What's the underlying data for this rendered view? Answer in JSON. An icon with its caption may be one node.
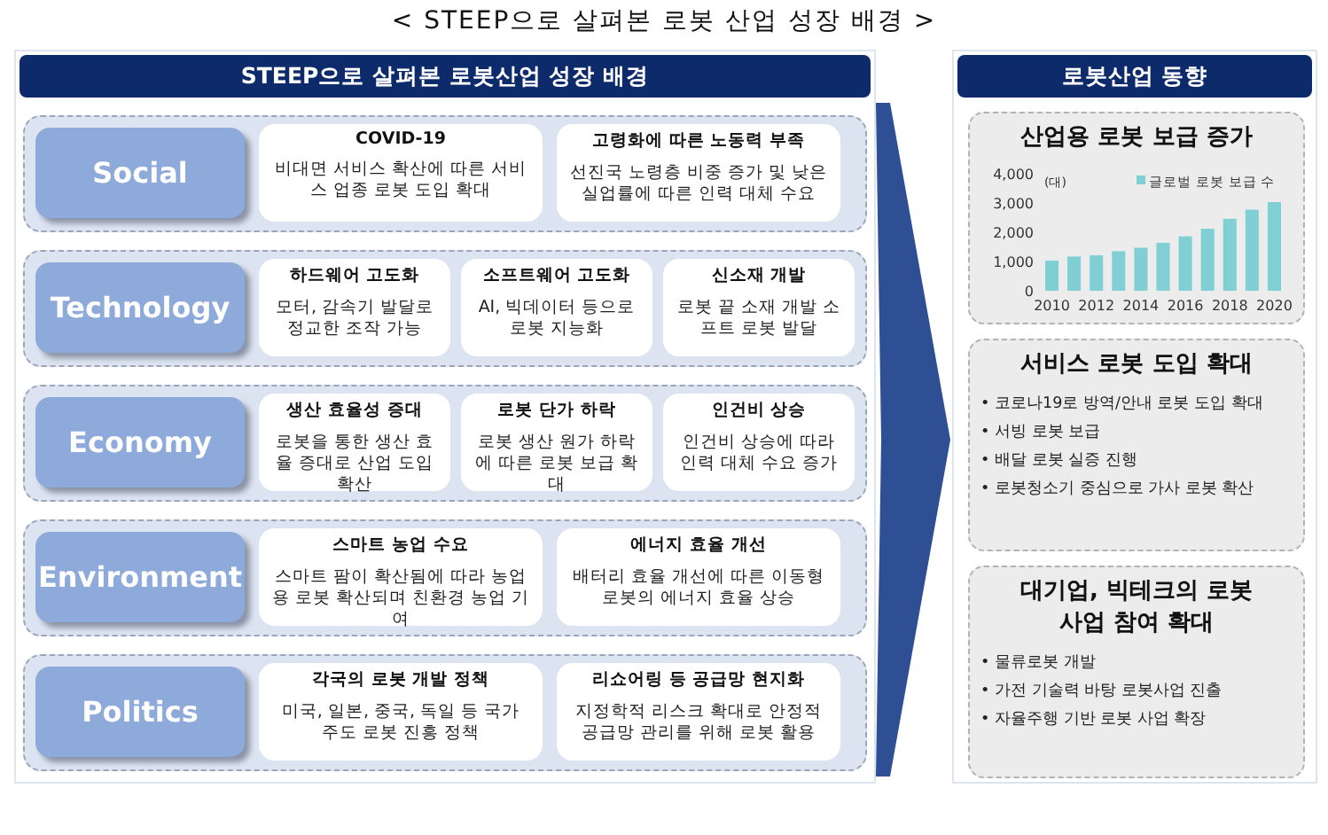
{
  "diagram": {
    "title": "< STEEP으로 살펴본 로봇 산업 성장 배경 >",
    "nodes": [
      {
        "text": [
          "STEEP으로 살펴본 로봇산업 성장 배경"
        ]
      },
      {
        "text": [],
        "shape": "band",
        "in": 0
      },
      {
        "text": [
          "Social"
        ],
        "in": 1
      },
      {
        "text": [
          "COVID-19",
          "비대면 서비스 확산에 따른 서비스 업종 로봇 도입 확대"
        ],
        "in": 1
      },
      {
        "text": [
          "고령화에 따른 노동력 부족",
          "선진국 노령층 비중 증가 및 낮은 실업률에 따른 인력 대체 수요"
        ],
        "in": 1
      },
      {
        "text": [],
        "shape": "band",
        "in": 0
      },
      {
        "text": [
          "Technology"
        ],
        "in": 5
      },
      {
        "text": [
          "하드웨어 고도화",
          "모터, 감속기 발달로 정교한 조작 가능"
        ],
        "in": 5
      },
      {
        "text": [
          "소프트웨어 고도화",
          "AI, 빅데이터 등으로 로봇 지능화"
        ],
        "in": 5
      },
      {
        "text": [
          "신소재 개발",
          "로봇 끝 소재 개발 소프트 로봇 발달"
        ],
        "in": 5
      },
      {
        "text": [],
        "shape": "band",
        "in": 0
      },
      {
        "text": [
          "Economy"
        ],
        "in": 10
      },
      {
        "text": [
          "생산 효율성 증대",
          "로봇을 통한 생산 효율 증대로 산업 도입 확산"
        ],
        "in": 10
      },
      {
        "text": [
          "로봇 단가 하락",
          "로봇 생산 원가 하락에 따른 로봇 보급 확대"
        ],
        "in": 10
      },
      {
        "text": [
          "인건비 상승",
          "인건비 상승에 따라 인력 대체 수요 증가"
        ],
        "in": 10
      },
      {
        "text": [],
        "shape": "band",
        "in": 0
      },
      {
        "text": [
          "Environment"
        ],
        "in": 15
      },
      {
        "text": [
          "스마트 농업 수요",
          "스마트 팜이 확산됨에 따라 농업용 로봇 확산되며 친환경 농업 기여"
        ],
        "in": 15
      },
      {
        "text": [
          "에너지 효율 개선",
          "배터리 효율 개선에 따른 이동형 로봇의 에너지 효율 상승"
        ],
        "in": 15
      },
      {
        "text": [],
        "shape": "band",
        "in": 0
      },
      {
        "text": [
          "Politics"
        ],
        "in": 19
      },
      {
        "text": [
          "각국의 로봇 개발 정책",
          "미국, 일본, 중국, 독일 등 국가 주도 로봇 진흥 정책"
        ],
        "in": 19
      },
      {
        "text": [
          "리쇼어링 등 공급망 현지화",
          "지정학적 리스크 확대로 안정적 공급망 관리를 위해 로봇 활용"
        ],
        "in": 19
      },
      {
        "text": [
          "로봇산업 동향"
        ]
      },
      {
        "text": [
          "산업용 로봇 보급 증가"
        ],
        "in": 23
      },
      {
        "text": [
          "서비스 로봇 도입 확대",
          "• 코로나19로 방역/안내 로봇 도입 확대",
          "• 서빙 로봇 보급",
          "• 배달 로봇 실증 진행",
          "• 로봇청소기 중심으로 가사 로봇 확산"
        ],
        "in": 23
      },
      {
        "text": [
          "대기업, 빅테크의 로봇 사업 참여 확대",
          "• 물류로봇 개발",
          "• 가전 기술력 바탕 로봇사업 진출",
          "• 자율주행 기반 로봇 사업 확장"
        ],
        "in": 23
      }
    ],
    "edges": [
      {
        "from": 0,
        "to": 23,
        "arrow": "to"
      }
    ],
    "chart_data": {
      "type": "bar",
      "ylabel": "(대)",
      "x": [
        2010,
        2011,
        2012,
        2013,
        2014,
        2015,
        2016,
        2017,
        2018,
        2019,
        2020
      ],
      "xlim": [
        2009.5,
        2020.5
      ],
      "xticks": [
        2010,
        2012,
        2014,
        2016,
        2018,
        2020
      ],
      "ylim": [
        0,
        4000
      ],
      "yticks": [
        0,
        {
          "value": 1000,
          "label": "1,000"
        },
        {
          "value": 2000,
          "label": "2,000"
        },
        {
          "value": 3000,
          "label": "3,000"
        },
        {
          "value": 4000,
          "label": "4,000"
        }
      ],
      "series": [
        {
          "name": "글로벌 로봇 보급 수",
          "color": "#7fcfd4",
          "values": [
            1030,
            1170,
            1210,
            1350,
            1470,
            1640,
            1860,
            2120,
            2460,
            2770,
            3030
          ]
        }
      ]
    }
  }
}
